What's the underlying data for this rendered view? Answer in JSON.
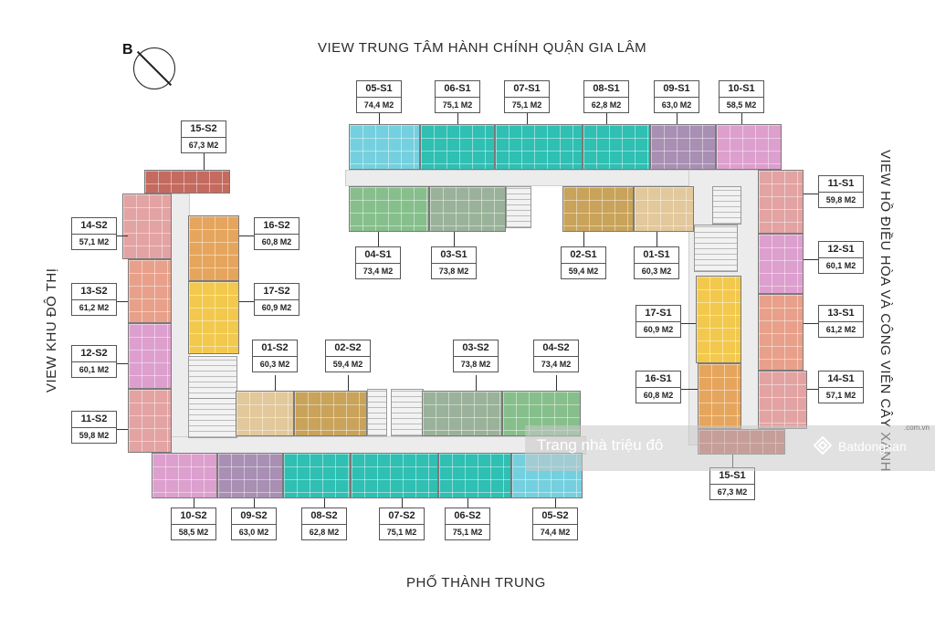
{
  "compass_label": "B",
  "views": {
    "top": "VIEW TRUNG TÂM HÀNH CHÍNH QUẬN GIA LÂM",
    "bottom": "PHỐ THÀNH TRUNG",
    "left": "VIEW KHU ĐÔ THỊ",
    "right": "VIEW HỒ ĐIỀU HÒA VÀ CÔNG VIÊN CÂY XANH"
  },
  "watermark": {
    "text": "Trang nhà triệu đô",
    "brand": "Batdongsan",
    "domain": ".com.vn"
  },
  "colors": {
    "teal": "#2fbfb3",
    "cyan": "#74d0df",
    "purple": "#a88fb3",
    "pink": "#dd9fce",
    "green": "#86bf8c",
    "sage": "#9bb29a",
    "gold": "#c9a35a",
    "tan": "#e2c89a",
    "orange": "#e6a55d",
    "yellow": "#f2c94c",
    "salmon": "#e8a08a",
    "rose": "#e3a3a3",
    "brick": "#c46a5f"
  },
  "units": [
    {
      "code": "05-S1",
      "area": "74,4 M2",
      "color": "cyan"
    },
    {
      "code": "06-S1",
      "area": "75,1 M2",
      "color": "teal"
    },
    {
      "code": "07-S1",
      "area": "75,1 M2",
      "color": "teal"
    },
    {
      "code": "08-S1",
      "area": "62,8 M2",
      "color": "teal"
    },
    {
      "code": "09-S1",
      "area": "63,0 M2",
      "color": "purple"
    },
    {
      "code": "10-S1",
      "area": "58,5 M2",
      "color": "pink"
    },
    {
      "code": "04-S1",
      "area": "73,4 M2",
      "color": "green"
    },
    {
      "code": "03-S1",
      "area": "73,8 M2",
      "color": "sage"
    },
    {
      "code": "02-S1",
      "area": "59,4 M2",
      "color": "gold"
    },
    {
      "code": "01-S1",
      "area": "60,3 M2",
      "color": "tan"
    },
    {
      "code": "11-S1",
      "area": "59,8 M2",
      "color": "rose"
    },
    {
      "code": "12-S1",
      "area": "60,1 M2",
      "color": "pink"
    },
    {
      "code": "13-S1",
      "area": "61,2 M2",
      "color": "salmon"
    },
    {
      "code": "14-S1",
      "area": "57,1 M2",
      "color": "rose"
    },
    {
      "code": "17-S1",
      "area": "60,9 M2",
      "color": "yellow"
    },
    {
      "code": "16-S1",
      "area": "60,8 M2",
      "color": "orange"
    },
    {
      "code": "15-S1",
      "area": "67,3 M2",
      "color": "brick"
    },
    {
      "code": "15-S2",
      "area": "67,3 M2",
      "color": "brick"
    },
    {
      "code": "14-S2",
      "area": "57,1 M2",
      "color": "rose"
    },
    {
      "code": "16-S2",
      "area": "60,8 M2",
      "color": "orange"
    },
    {
      "code": "13-S2",
      "area": "61,2 M2",
      "color": "salmon"
    },
    {
      "code": "17-S2",
      "area": "60,9 M2",
      "color": "yellow"
    },
    {
      "code": "12-S2",
      "area": "60,1 M2",
      "color": "pink"
    },
    {
      "code": "11-S2",
      "area": "59,8 M2",
      "color": "rose"
    },
    {
      "code": "01-S2",
      "area": "60,3 M2",
      "color": "tan"
    },
    {
      "code": "02-S2",
      "area": "59,4 M2",
      "color": "gold"
    },
    {
      "code": "03-S2",
      "area": "73,8 M2",
      "color": "sage"
    },
    {
      "code": "04-S2",
      "area": "73,4 M2",
      "color": "green"
    },
    {
      "code": "10-S2",
      "area": "58,5 M2",
      "color": "pink"
    },
    {
      "code": "09-S2",
      "area": "63,0 M2",
      "color": "purple"
    },
    {
      "code": "08-S2",
      "area": "62,8 M2",
      "color": "teal"
    },
    {
      "code": "07-S2",
      "area": "75,1 M2",
      "color": "teal"
    },
    {
      "code": "06-S2",
      "area": "75,1 M2",
      "color": "teal"
    },
    {
      "code": "05-S2",
      "area": "74,4 M2",
      "color": "cyan"
    }
  ]
}
